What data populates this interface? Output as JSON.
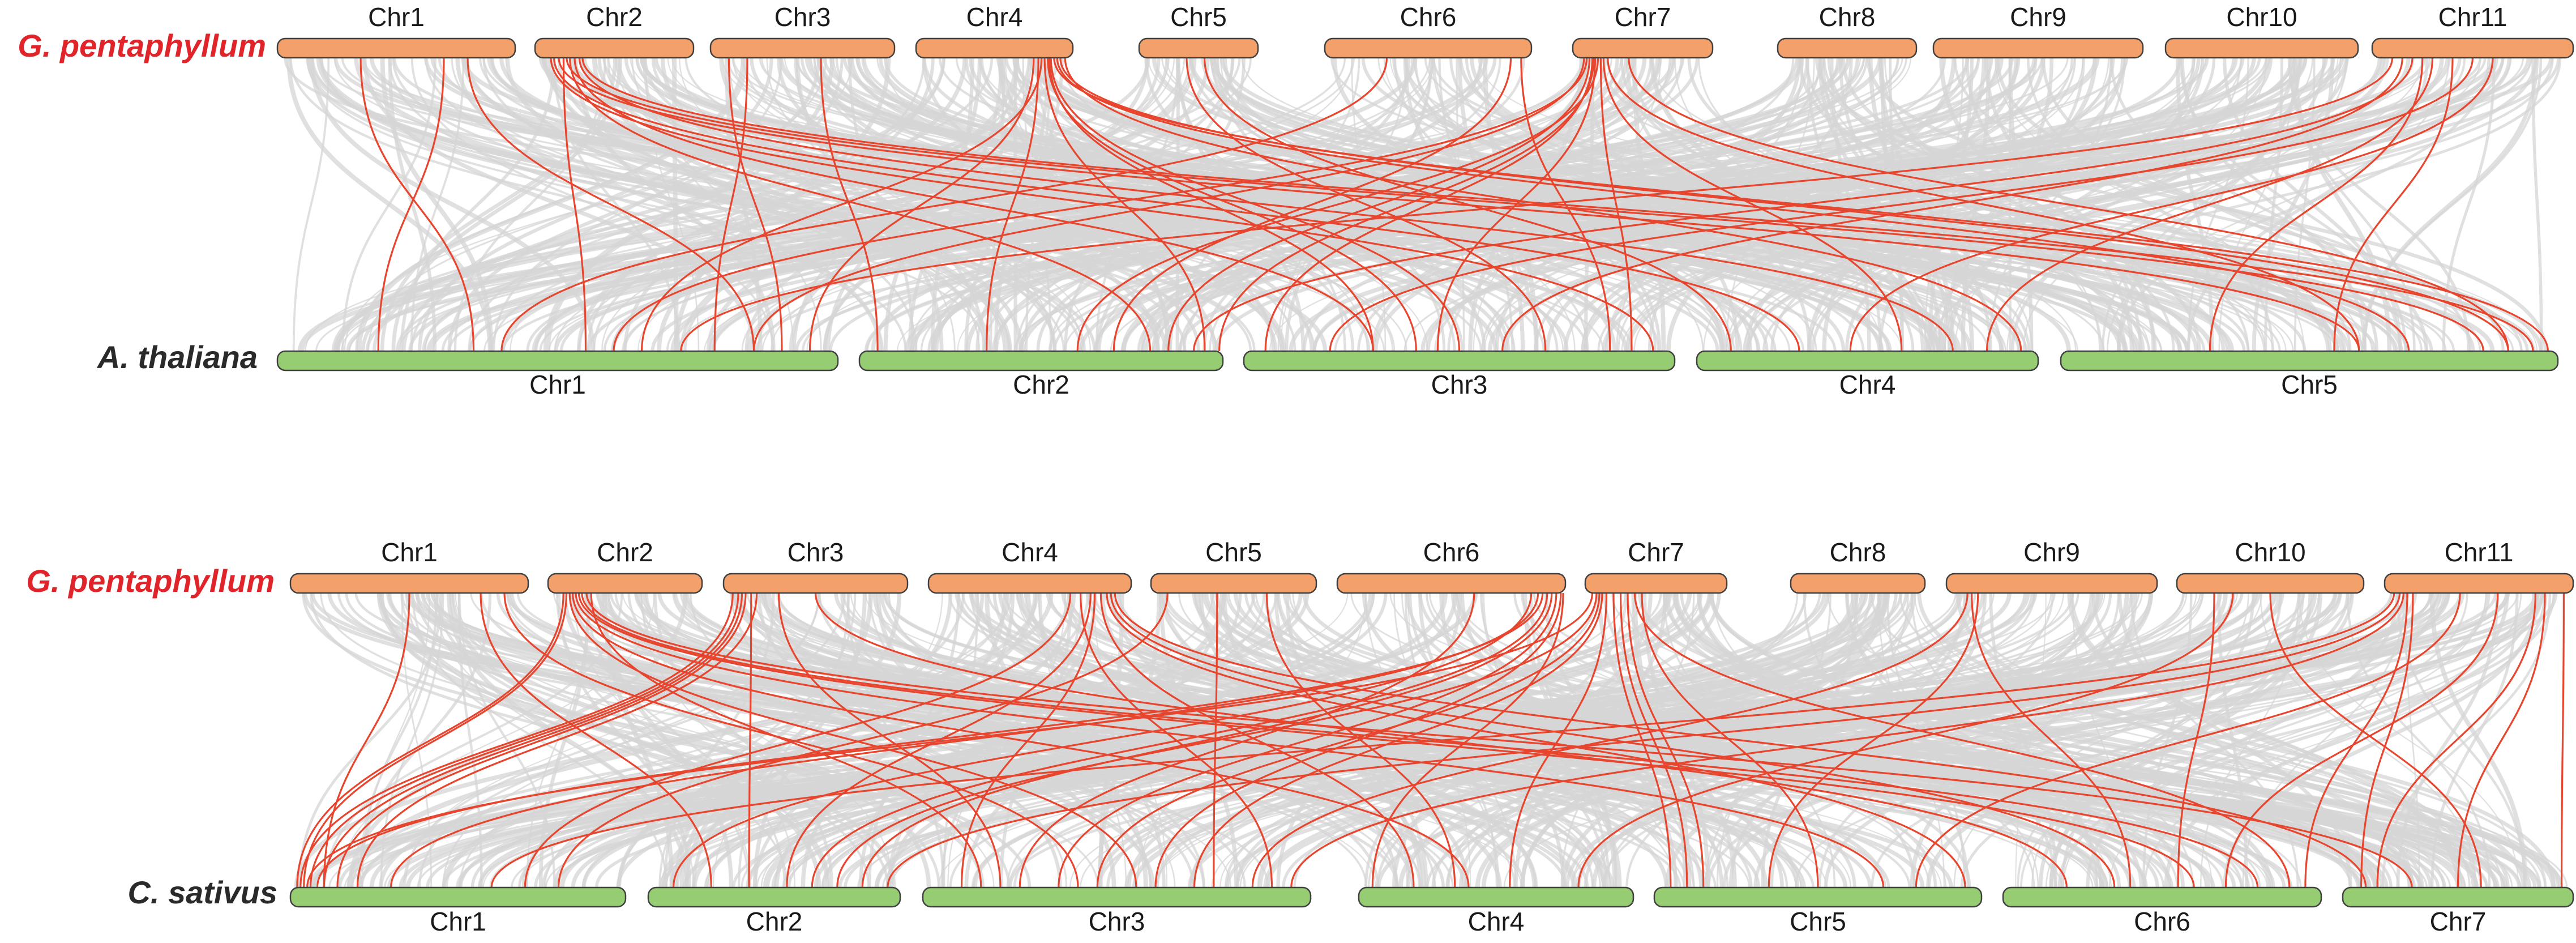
{
  "colors": {
    "top_chromosome_fill": "#F4A06A",
    "bottom_chromosome_fill": "#96CC72",
    "chromosome_stroke": "#404040",
    "highlight_link": "#E8452E",
    "background_link": "#D6D6D6",
    "focal_species_label": "#E0242A",
    "other_species_label": "#2A2A2A"
  },
  "panels": [
    {
      "id": "gp-vs-at",
      "top_species": "G. pentaphyllum",
      "bottom_species": "A. thaliana",
      "top_chromosomes": [
        "Chr1",
        "Chr2",
        "Chr3",
        "Chr4",
        "Chr5",
        "Chr6",
        "Chr7",
        "Chr8",
        "Chr9",
        "Chr10",
        "Chr11"
      ],
      "bottom_chromosomes": [
        "Chr1",
        "Chr2",
        "Chr3",
        "Chr4",
        "Chr5"
      ],
      "links": [
        [
          "Chr1",
          0.7,
          "Chr1",
          0.18
        ],
        [
          "Chr1",
          0.35,
          "Chr1",
          0.35
        ],
        [
          "Chr1",
          0.8,
          "Chr1",
          0.85
        ],
        [
          "Chr2",
          0.1,
          "Chr3",
          0.95
        ],
        [
          "Chr2",
          0.12,
          "Chr4",
          0.3
        ],
        [
          "Chr2",
          0.15,
          "Chr5",
          0.6
        ],
        [
          "Chr2",
          0.2,
          "Chr5",
          0.85
        ],
        [
          "Chr2",
          0.22,
          "Chr2",
          0.8
        ],
        [
          "Chr2",
          0.25,
          "Chr3",
          0.3
        ],
        [
          "Chr2",
          0.3,
          "Chr5",
          0.95
        ],
        [
          "Chr2",
          0.18,
          "Chr1",
          0.55
        ],
        [
          "Chr2",
          0.28,
          "Chr4",
          0.75
        ],
        [
          "Chr3",
          0.2,
          "Chr1",
          0.78
        ],
        [
          "Chr3",
          0.1,
          "Chr1",
          0.9
        ],
        [
          "Chr3",
          0.6,
          "Chr2",
          0.05
        ],
        [
          "Chr4",
          0.8,
          "Chr1",
          0.65
        ],
        [
          "Chr4",
          0.78,
          "Chr2",
          0.35
        ],
        [
          "Chr4",
          0.82,
          "Chr2",
          0.95
        ],
        [
          "Chr4",
          0.84,
          "Chr3",
          0.4
        ],
        [
          "Chr4",
          0.86,
          "Chr3",
          0.5
        ],
        [
          "Chr4",
          0.9,
          "Chr5",
          0.7
        ],
        [
          "Chr4",
          0.92,
          "Chr5",
          0.9
        ],
        [
          "Chr4",
          0.88,
          "Chr5",
          0.98
        ],
        [
          "Chr4",
          0.75,
          "Chr1",
          0.95
        ],
        [
          "Chr4",
          0.95,
          "Chr4",
          0.95
        ],
        [
          "Chr4",
          0.85,
          "Chr3",
          0.3
        ],
        [
          "Chr5",
          0.4,
          "Chr3",
          0.7
        ],
        [
          "Chr5",
          0.55,
          "Chr4",
          0.1
        ],
        [
          "Chr6",
          0.3,
          "Chr1",
          0.4
        ],
        [
          "Chr6",
          0.95,
          "Chr3",
          0.85
        ],
        [
          "Chr6",
          0.9,
          "Chr2",
          0.7
        ],
        [
          "Chr7",
          0.1,
          "Chr1",
          0.6
        ],
        [
          "Chr7",
          0.12,
          "Chr2",
          0.85
        ],
        [
          "Chr7",
          0.14,
          "Chr3",
          0.05
        ],
        [
          "Chr7",
          0.16,
          "Chr3",
          0.45
        ],
        [
          "Chr7",
          0.18,
          "Chr2",
          0.6
        ],
        [
          "Chr7",
          0.2,
          "Chr3",
          0.9
        ],
        [
          "Chr7",
          0.22,
          "Chr4",
          0.6
        ],
        [
          "Chr7",
          0.25,
          "Chr5",
          0.6
        ],
        [
          "Chr7",
          0.4,
          "Chr5",
          0.9
        ],
        [
          "Chr7",
          0.08,
          "Chr1",
          0.85
        ],
        [
          "Chr7",
          0.15,
          "Chr2",
          0.99
        ],
        [
          "Chr11",
          0.1,
          "Chr1",
          0.72
        ],
        [
          "Chr11",
          0.15,
          "Chr3",
          0.6
        ],
        [
          "Chr11",
          0.2,
          "Chr2",
          0.92
        ],
        [
          "Chr11",
          0.3,
          "Chr4",
          0.85
        ],
        [
          "Chr11",
          0.4,
          "Chr5",
          0.55
        ],
        [
          "Chr11",
          0.5,
          "Chr3",
          0.2
        ],
        [
          "Chr11",
          0.6,
          "Chr4",
          0.45
        ],
        [
          "Chr11",
          0.25,
          "Chr5",
          0.3
        ]
      ]
    },
    {
      "id": "gp-vs-cs",
      "top_species": "G. pentaphyllum",
      "bottom_species": "C. sativus",
      "top_chromosomes": [
        "Chr1",
        "Chr2",
        "Chr3",
        "Chr4",
        "Chr5",
        "Chr6",
        "Chr7",
        "Chr8",
        "Chr9",
        "Chr10",
        "Chr11"
      ],
      "bottom_chromosomes": [
        "Chr1",
        "Chr2",
        "Chr3",
        "Chr4",
        "Chr5",
        "Chr6",
        "Chr7"
      ],
      "links": [
        [
          "Chr1",
          0.5,
          "Chr1",
          0.1
        ],
        [
          "Chr1",
          0.8,
          "Chr2",
          0.25
        ],
        [
          "Chr1",
          0.9,
          "Chr3",
          0.4
        ],
        [
          "Chr2",
          0.1,
          "Chr1",
          0.02
        ],
        [
          "Chr2",
          0.12,
          "Chr1",
          0.04
        ],
        [
          "Chr2",
          0.14,
          "Chr3",
          0.55
        ],
        [
          "Chr2",
          0.16,
          "Chr4",
          0.4
        ],
        [
          "Chr2",
          0.18,
          "Chr5",
          0.7
        ],
        [
          "Chr2",
          0.2,
          "Chr6",
          0.6
        ],
        [
          "Chr2",
          0.22,
          "Chr6",
          0.8
        ],
        [
          "Chr2",
          0.25,
          "Chr7",
          0.3
        ],
        [
          "Chr2",
          0.28,
          "Chr3",
          0.15
        ],
        [
          "Chr3",
          0.05,
          "Chr1",
          0.03
        ],
        [
          "Chr3",
          0.08,
          "Chr1",
          0.06
        ],
        [
          "Chr3",
          0.1,
          "Chr1",
          0.1
        ],
        [
          "Chr3",
          0.12,
          "Chr1",
          0.14
        ],
        [
          "Chr3",
          0.15,
          "Chr2",
          0.4
        ],
        [
          "Chr3",
          0.18,
          "Chr1",
          0.2
        ],
        [
          "Chr3",
          0.3,
          "Chr3",
          0.2
        ],
        [
          "Chr3",
          0.5,
          "Chr6",
          0.2
        ],
        [
          "Chr4",
          0.8,
          "Chr2",
          0.55
        ],
        [
          "Chr4",
          0.82,
          "Chr3",
          0.1
        ],
        [
          "Chr4",
          0.85,
          "Chr4",
          0.2
        ],
        [
          "Chr4",
          0.88,
          "Chr5",
          0.95
        ],
        [
          "Chr4",
          0.9,
          "Chr6",
          0.35
        ],
        [
          "Chr4",
          0.92,
          "Chr7",
          0.1
        ],
        [
          "Chr4",
          0.7,
          "Chr1",
          0.7
        ],
        [
          "Chr4",
          0.75,
          "Chr3",
          0.9
        ],
        [
          "Chr5",
          0.1,
          "Chr1",
          0.8
        ],
        [
          "Chr5",
          0.4,
          "Chr3",
          0.75
        ],
        [
          "Chr5",
          0.7,
          "Chr4",
          0.35
        ],
        [
          "Chr6",
          0.9,
          "Chr1",
          0.08
        ],
        [
          "Chr6",
          0.92,
          "Chr2",
          0.65
        ],
        [
          "Chr6",
          0.94,
          "Chr2",
          0.85
        ],
        [
          "Chr6",
          0.96,
          "Chr3",
          0.35
        ],
        [
          "Chr6",
          0.98,
          "Chr3",
          0.6
        ],
        [
          "Chr6",
          0.88,
          "Chr1",
          0.3
        ],
        [
          "Chr6",
          0.85,
          "Chr2",
          0.1
        ],
        [
          "Chr6",
          0.6,
          "Chr3",
          0.25
        ],
        [
          "Chr6",
          0.99,
          "Chr4",
          0.05
        ],
        [
          "Chr7",
          0.05,
          "Chr1",
          0.05
        ],
        [
          "Chr7",
          0.08,
          "Chr2",
          0.75
        ],
        [
          "Chr7",
          0.1,
          "Chr3",
          0.45
        ],
        [
          "Chr7",
          0.12,
          "Chr3",
          0.7
        ],
        [
          "Chr7",
          0.15,
          "Chr4",
          0.55
        ],
        [
          "Chr7",
          0.2,
          "Chr5",
          0.05
        ],
        [
          "Chr7",
          0.25,
          "Chr5",
          0.1
        ],
        [
          "Chr7",
          0.3,
          "Chr5",
          0.15
        ],
        [
          "Chr7",
          0.35,
          "Chr6",
          0.9
        ],
        [
          "Chr7",
          0.4,
          "Chr5",
          0.5
        ],
        [
          "Chr9",
          0.1,
          "Chr3",
          0.85
        ],
        [
          "Chr9",
          0.12,
          "Chr6",
          0.4
        ],
        [
          "Chr9",
          0.15,
          "Chr5",
          0.35
        ],
        [
          "Chr10",
          0.2,
          "Chr6",
          0.55
        ],
        [
          "Chr10",
          0.3,
          "Chr4",
          0.8
        ],
        [
          "Chr10",
          0.5,
          "Chr7",
          0.6
        ],
        [
          "Chr11",
          0.05,
          "Chr1",
          0.6
        ],
        [
          "Chr11",
          0.08,
          "Chr2",
          0.95
        ],
        [
          "Chr11",
          0.1,
          "Chr3",
          0.95
        ],
        [
          "Chr11",
          0.12,
          "Chr6",
          0.95
        ],
        [
          "Chr11",
          0.15,
          "Chr7",
          0.08
        ],
        [
          "Chr11",
          0.8,
          "Chr7",
          0.15
        ],
        [
          "Chr11",
          0.85,
          "Chr7",
          0.5
        ],
        [
          "Chr11",
          0.95,
          "Chr7",
          0.95
        ],
        [
          "Chr11",
          0.4,
          "Chr5",
          0.8
        ],
        [
          "Chr11",
          0.6,
          "Chr6",
          0.7
        ]
      ]
    }
  ]
}
